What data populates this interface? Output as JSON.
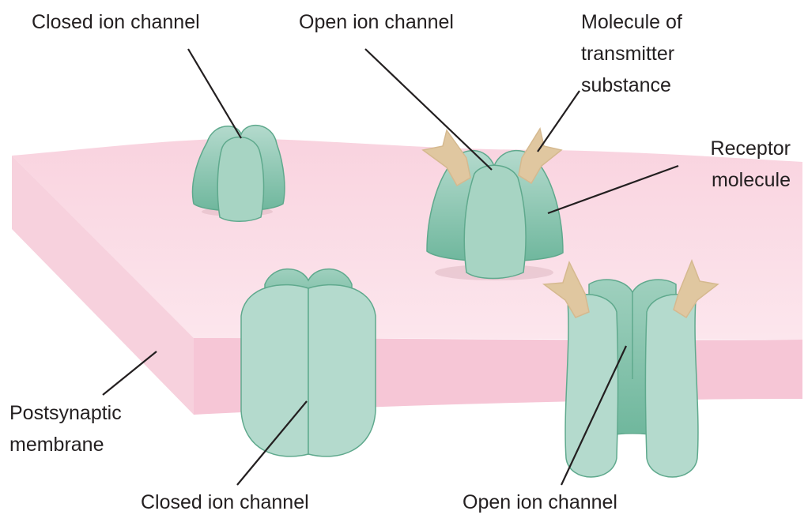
{
  "labels": {
    "closed_top": "Closed ion channel",
    "open_top": "Open ion channel",
    "molecule": [
      "Molecule of",
      "transmitter",
      "substance"
    ],
    "receptor": [
      "Receptor",
      "molecule"
    ],
    "membrane": [
      "Postsynaptic",
      "membrane"
    ],
    "closed_bottom": "Closed ion channel",
    "open_bottom": "Open ion channel"
  },
  "colors": {
    "membrane_top": "#fbe0e8",
    "membrane_front": "#f6c9d7",
    "channel_fill": "#b4dacd",
    "channel_dark": "#7cbfa8",
    "channel_stroke": "#5fa98d",
    "transmitter": "#e0c7a0"
  }
}
